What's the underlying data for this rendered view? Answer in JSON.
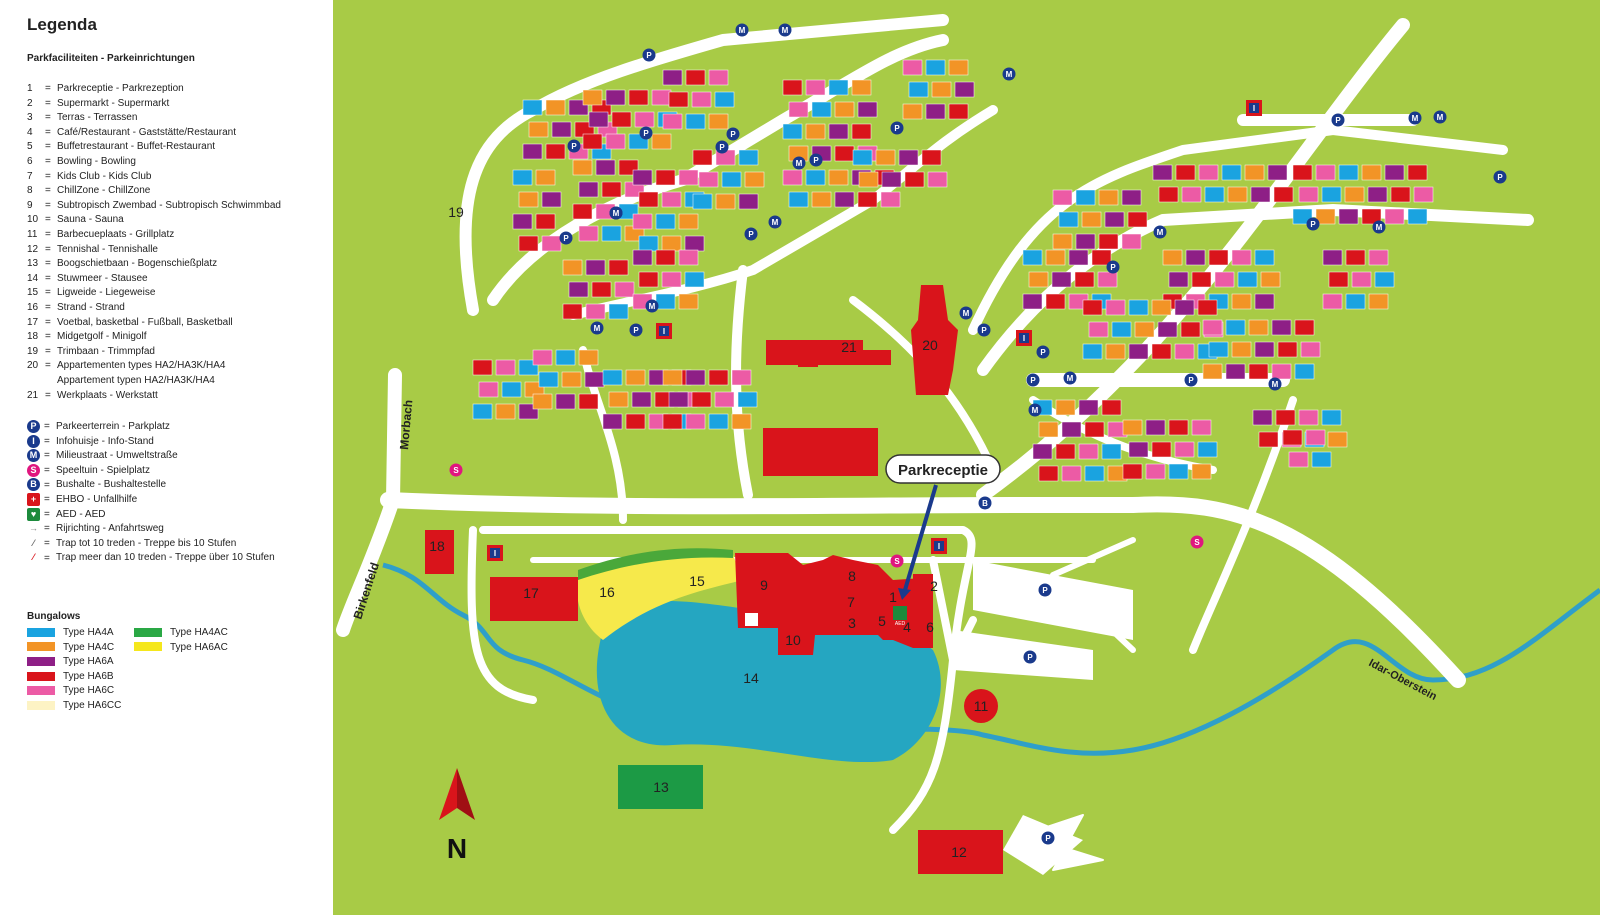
{
  "legend": {
    "title": "Legenda",
    "facilities_title": "Parkfaciliteiten - Parkeinrichtungen",
    "facilities": [
      {
        "n": "1",
        "text": "Parkreceptie - Parkrezeption"
      },
      {
        "n": "2",
        "text": "Supermarkt - Supermarkt"
      },
      {
        "n": "3",
        "text": "Terras - Terrassen"
      },
      {
        "n": "4",
        "text": "Café/Restaurant - Gaststätte/Restaurant"
      },
      {
        "n": "5",
        "text": "Buffetrestaurant - Buffet-Restaurant"
      },
      {
        "n": "6",
        "text": "Bowling - Bowling"
      },
      {
        "n": "7",
        "text": "Kids Club - Kids Club"
      },
      {
        "n": "8",
        "text": "ChillZone - ChillZone"
      },
      {
        "n": "9",
        "text": "Subtropisch Zwembad - Subtropisch Schwimmbad"
      },
      {
        "n": "10",
        "text": "Sauna - Sauna"
      },
      {
        "n": "11",
        "text": "Barbecueplaats - Grillplatz"
      },
      {
        "n": "12",
        "text": "Tennishal - Tennishalle"
      },
      {
        "n": "13",
        "text": "Boogschietbaan - Bogenschießplatz"
      },
      {
        "n": "14",
        "text": "Stuwmeer - Stausee"
      },
      {
        "n": "15",
        "text": "Ligweide - Liegeweise"
      },
      {
        "n": "16",
        "text": "Strand - Strand"
      },
      {
        "n": "17",
        "text": "Voetbal, basketbal - Fußball, Basketball"
      },
      {
        "n": "18",
        "text": "Midgetgolf - Minigolf"
      },
      {
        "n": "19",
        "text": "Trimbaan - Trimmpfad"
      },
      {
        "n": "20",
        "text": "Appartementen types HA2/HA3K/HA4"
      },
      {
        "n": "",
        "text": "Appartement typen HA2/HA3K/HA4"
      },
      {
        "n": "21",
        "text": "Werkplaats - Werkstatt"
      }
    ],
    "symbols": [
      {
        "icon": "parking-icon",
        "glyph": "P",
        "color": "#1a3a8c",
        "text": "Parkeerterrein - Parkplatz"
      },
      {
        "icon": "info-icon",
        "glyph": "I",
        "color": "#1a3a8c",
        "text": "Infohuisje - Info-Stand"
      },
      {
        "icon": "waste-icon",
        "glyph": "M",
        "color": "#1a3a8c",
        "text": "Milieustraat - Umweltstraße"
      },
      {
        "icon": "playground-icon",
        "glyph": "S",
        "color": "#e0167f",
        "text": "Speeltuin - Spielplatz"
      },
      {
        "icon": "bus-stop-icon",
        "glyph": "B",
        "color": "#1a3a8c",
        "text": "Bushalte - Bushaltestelle"
      },
      {
        "icon": "first-aid-icon",
        "glyph": "+",
        "color": "#d9141b",
        "text": "EHBO - Unfallhilfe"
      },
      {
        "icon": "aed-icon",
        "glyph": "♥",
        "color": "#1c8a3c",
        "text": "AED - AED"
      },
      {
        "icon": "direction-arrow-icon",
        "glyph": "→",
        "color": "#888888",
        "text": "Rijrichting - Anfahrtsweg"
      },
      {
        "icon": "stairs-small-icon",
        "glyph": "⁄",
        "color": "#666666",
        "text": "Trap tot 10 treden - Treppe bis 10 Stufen"
      },
      {
        "icon": "stairs-large-icon",
        "glyph": "⁄",
        "color": "#d9141b",
        "text": "Trap meer dan 10 treden - Treppe über 10 Stufen"
      }
    ],
    "bungalows_title": "Bungalows",
    "bungalow_types": [
      {
        "label": "Type HA4A",
        "color": "#1aa3e0"
      },
      {
        "label": "Type HA4C",
        "color": "#f29426"
      },
      {
        "label": "Type HA6A",
        "color": "#8e1f86"
      },
      {
        "label": "Type HA6B",
        "color": "#d9141b"
      },
      {
        "label": "Type HA6C",
        "color": "#ec5ba5"
      },
      {
        "label": "Type HA6CC",
        "color": "#fdf3c4"
      },
      {
        "label": "Type HA4AC",
        "color": "#2aa845"
      },
      {
        "label": "Type HA6AC",
        "color": "#f5e71c"
      }
    ]
  },
  "map": {
    "callout": "Parkreceptie",
    "roads": {
      "morbach": "Morbach",
      "birkenfeld": "Birkenfeld",
      "idar": "Idar-Oberstein"
    },
    "north": "N",
    "facility_labels": [
      "1",
      "2",
      "3",
      "4",
      "5",
      "6",
      "7",
      "8",
      "9",
      "10",
      "11",
      "12",
      "13",
      "14",
      "15",
      "16",
      "17",
      "18",
      "19",
      "20",
      "21"
    ],
    "aed_text": "AED",
    "colors": {
      "grass": "#a8cb46",
      "road": "#ffffff",
      "building": "#d9141b",
      "lake": "#25a6c1",
      "beach": "#f6e94b",
      "field": "#1c9a45",
      "stream": "#2f9fc9",
      "marker": "#1a3a8c",
      "playground": "#e0167f"
    }
  }
}
